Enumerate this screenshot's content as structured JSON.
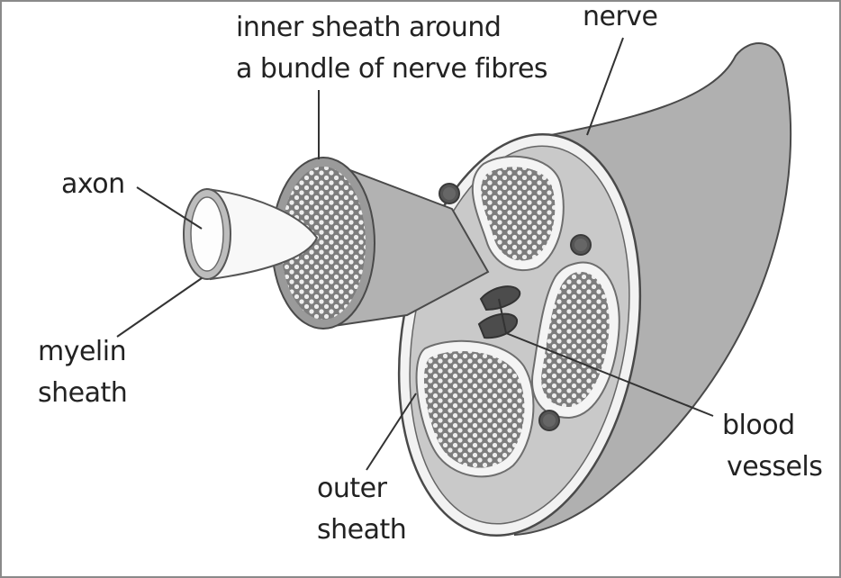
{
  "labels": {
    "inner_sheath": [
      "inner sheath around",
      "a bundle of nerve fibres"
    ],
    "nerve": "nerve",
    "axon": "axon",
    "myelin_sheath": [
      "myelin",
      "sheath"
    ],
    "outer_sheath": [
      "outer",
      "sheath"
    ],
    "blood_vessels": [
      "blood",
      "vessels"
    ]
  },
  "colors": {
    "nerve_body": "#b4b4b4",
    "outer_sheath_ring": "#ffffff",
    "cross_section": "#cfcfcf",
    "fascicle_border": "#8c8c8c",
    "fibres": "#e8e8e8",
    "vessel": "#555555",
    "outline": "#4a4a4a",
    "axon_fill": "#fdfdfd",
    "label_text": "#222222"
  }
}
